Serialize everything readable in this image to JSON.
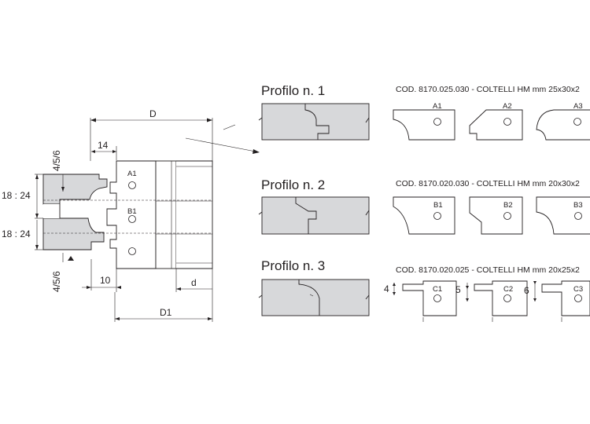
{
  "dimensions": {
    "D": "D",
    "D1": "D1",
    "d": "d",
    "width_14": "14",
    "width_10": "10",
    "height_top": "18 : 24",
    "height_bottom": "18 : 24",
    "offset_top": "4/5/6",
    "offset_bottom": "4/5/6"
  },
  "tool_labels": [
    "A1",
    "B1"
  ],
  "profiles": [
    {
      "title": "Profilo n. 1",
      "code": "COD. 8170.025.030 - COLTELLI HM mm 25x30x2",
      "knives": [
        "A1",
        "A2",
        "A3"
      ]
    },
    {
      "title": "Profilo n. 2",
      "code": "COD. 8170.020.030 - COLTELLI HM mm 20x30x2",
      "knives": [
        "B1",
        "B2",
        "B3"
      ]
    },
    {
      "title": "Profilo n. 3",
      "code": "COD. 8170.020.025 - COLTELLI HM mm 20x25x2",
      "knives": [
        "C1",
        "C2",
        "C3"
      ],
      "spacers": [
        "4",
        "5",
        "6"
      ]
    }
  ]
}
